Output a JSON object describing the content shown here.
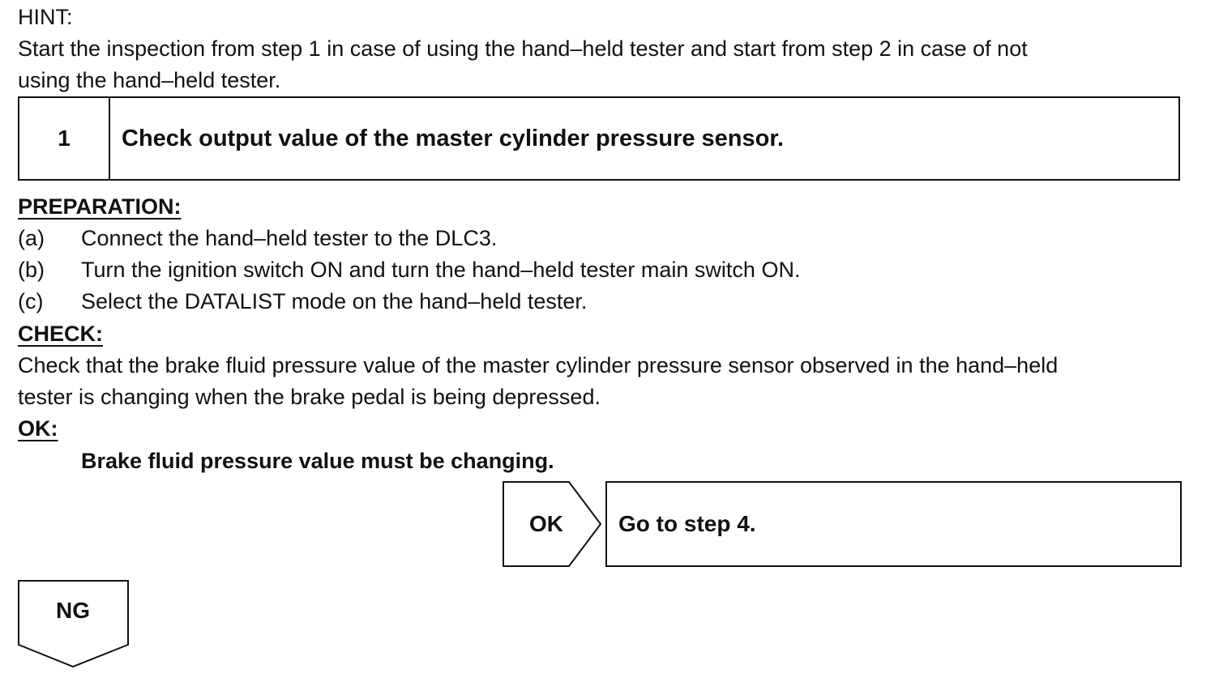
{
  "hint": {
    "label": "HINT:",
    "line1": "Start the inspection from step 1 in case of using the hand–held tester and start from step 2 in case of not",
    "line2": "using the hand–held tester."
  },
  "step": {
    "number": "1",
    "title": "Check output value of the master cylinder pressure sensor."
  },
  "preparation": {
    "heading": "PREPARATION:",
    "items": [
      {
        "marker": "(a)",
        "text": "Connect the hand–held tester to the DLC3."
      },
      {
        "marker": "(b)",
        "text": "Turn the ignition switch ON and turn the hand–held tester main switch ON."
      },
      {
        "marker": "(c)",
        "text": "Select the DATALIST mode on the hand–held tester."
      }
    ]
  },
  "check": {
    "heading": "CHECK:",
    "line1": "Check that the brake fluid pressure value of the master cylinder pressure sensor observed in the hand–held",
    "line2": "tester is changing when the brake pedal is being depressed."
  },
  "ok": {
    "heading": "OK:",
    "requirement": "Brake fluid pressure value must be changing."
  },
  "results": {
    "ok_label": "OK",
    "ok_action": "Go to step 4.",
    "ng_label": "NG"
  }
}
